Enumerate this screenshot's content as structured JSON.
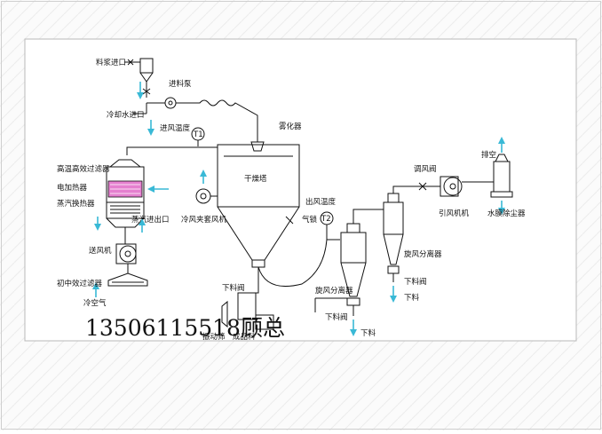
{
  "labels": {
    "slurry_inlet": "料浆进口",
    "water_inlet": "冷却水进口",
    "feed_pump": "进料泵",
    "inlet_temp": "进风温度",
    "t1": "T1",
    "atomizer": "雾化器",
    "hepa_filter": "高温高效过滤器",
    "electric_heater": "电加热器",
    "steam_exchanger": "蒸汽换热器",
    "steam_inlet": "蒸汽进出口",
    "dryer": "干燥塔",
    "cold_air_blower": "冷风夹套风机",
    "outlet_temp": "出风温度",
    "t2": "T2",
    "gas_lock": "气锁",
    "supply_fan": "送风机",
    "primary_filter": "初中效过滤器",
    "cold_air": "冷空气",
    "damper": "调风阀",
    "exhaust_fan": "引风机机",
    "exhaust": "排空",
    "wet_scrubber": "水膜除尘器",
    "cyclone_2": "旋风分离器",
    "discharge_valve_2": "下料阀",
    "discharge_2": "下料",
    "cyclone_1": "旋风分离器",
    "discharge_valve_main": "下料阀",
    "vibrating_screen": "振动筛",
    "product": "成品料",
    "discharge_valve_1": "下料阀",
    "discharge_1": "下料"
  },
  "watermark": "13506115518顾总",
  "colors": {
    "line": "#111111",
    "flow_arrow": "#39b9d6",
    "filter_fill": "#e57fcf",
    "border": "#b9b9b9"
  }
}
